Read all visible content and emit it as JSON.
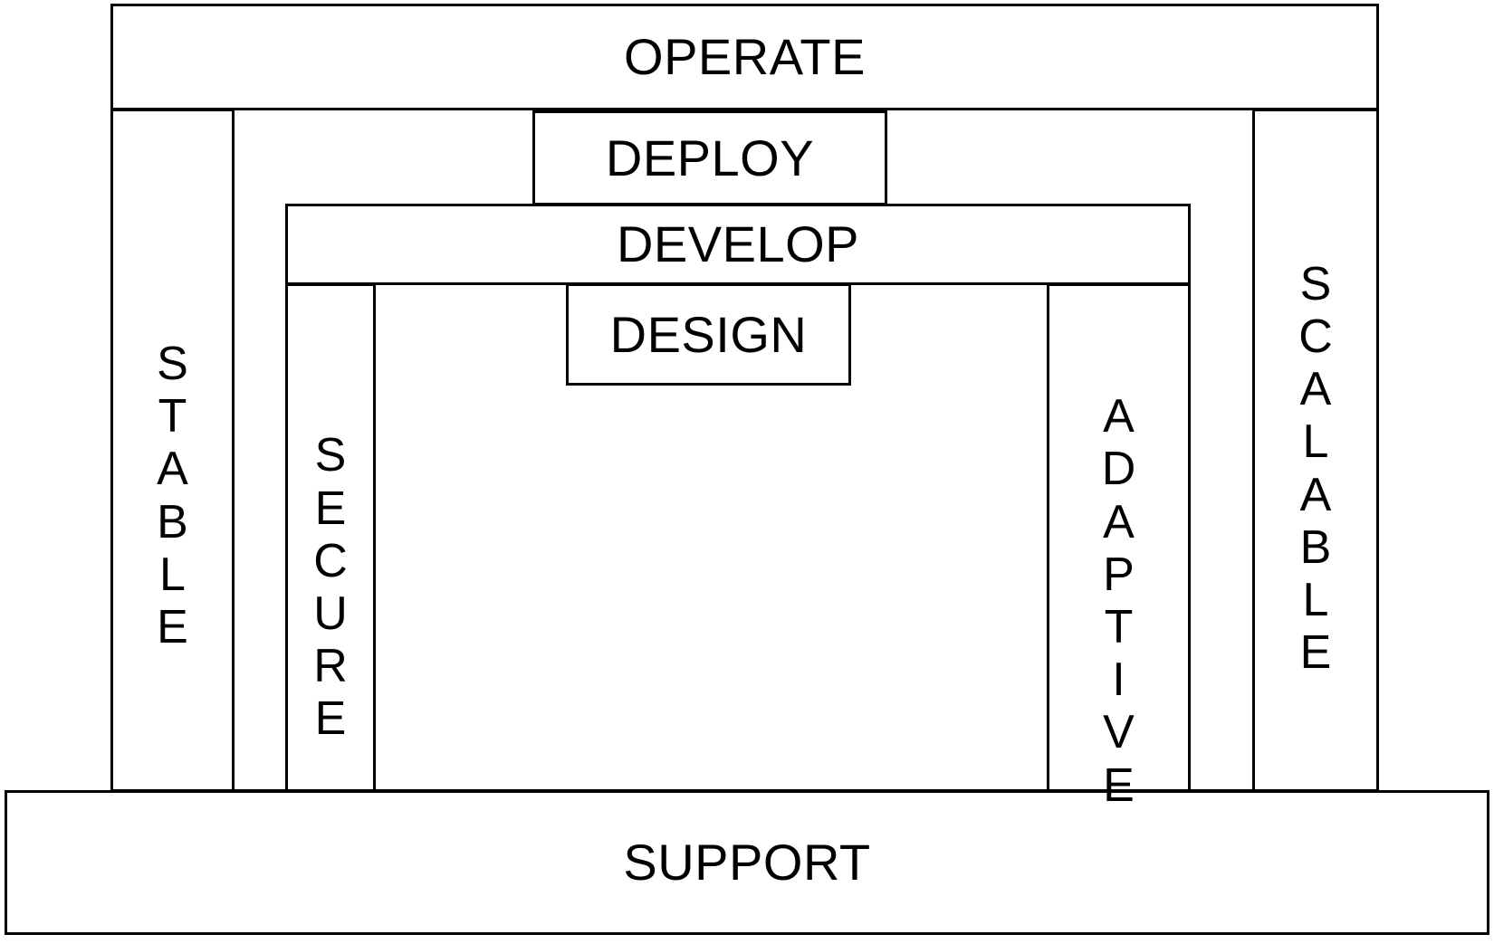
{
  "diagram": {
    "title": "Nested platform lifecycle arch diagram",
    "stroke_color": "#000000",
    "background_color": "#ffffff",
    "bands": {
      "operate": "OPERATE",
      "deploy": "DEPLOY",
      "develop": "DEVELOP",
      "design": "DESIGN",
      "support": "SUPPORT"
    },
    "pillars": {
      "stable": "STABLE",
      "secure": "SECURE",
      "adaptive": "ADAPTIVE",
      "scalable": "SCALABLE"
    },
    "pillar_letters": {
      "stable": [
        "S",
        "T",
        "A",
        "B",
        "L",
        "E"
      ],
      "secure": [
        "S",
        "E",
        "C",
        "U",
        "R",
        "E"
      ],
      "adaptive": [
        "A",
        "D",
        "A",
        "P",
        "T",
        "I",
        "V",
        "E"
      ],
      "scalable": [
        "S",
        "C",
        "A",
        "L",
        "A",
        "B",
        "L",
        "E"
      ]
    }
  }
}
